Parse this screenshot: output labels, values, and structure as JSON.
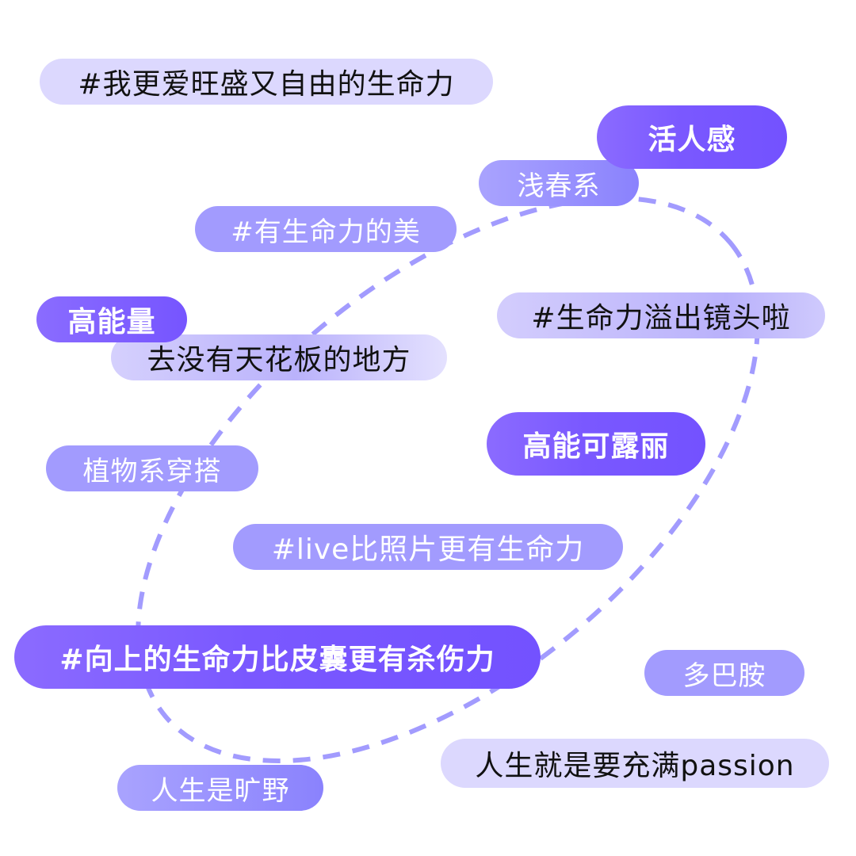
{
  "colors": {
    "background": "#ffffff",
    "light_tag": "#dcd8fe",
    "mid_tag": "#a29bfe",
    "deep_tag": "#7655ff",
    "orbit_line": "#a29bfe",
    "dark_text": "#111111",
    "light_text": "#ffffff"
  },
  "tags": [
    {
      "id": "t1",
      "label": "#我更爱旺盛又自由的生命力",
      "style": "light"
    },
    {
      "id": "t2",
      "label": "活人感",
      "style": "deep"
    },
    {
      "id": "t3",
      "label": "浅春系",
      "style": "mid-grad"
    },
    {
      "id": "t4",
      "label": "#有生命力的美",
      "style": "mid"
    },
    {
      "id": "t5",
      "label": "高能量",
      "style": "deep-bold"
    },
    {
      "id": "t6",
      "label": "去没有天花板的地方",
      "style": "light-grad"
    },
    {
      "id": "t7",
      "label": "#生命力溢出镜头啦",
      "style": "light-grad2"
    },
    {
      "id": "t8",
      "label": "高能可露丽",
      "style": "deep"
    },
    {
      "id": "t9",
      "label": "植物系穿搭",
      "style": "mid"
    },
    {
      "id": "t10",
      "label": "#live比照片更有生命力",
      "style": "mid"
    },
    {
      "id": "t11",
      "label": "#向上的生命力比皮囊更有杀伤力",
      "style": "deep"
    },
    {
      "id": "t12",
      "label": "多巴胺",
      "style": "mid"
    },
    {
      "id": "t13",
      "label": "人生就是要充满passion",
      "style": "light"
    },
    {
      "id": "t14",
      "label": "人生是旷野",
      "style": "mid-grad"
    }
  ],
  "orbit": {
    "shape": "dashed-ellipse",
    "description": "tilted dashed ellipse connecting the tags"
  }
}
